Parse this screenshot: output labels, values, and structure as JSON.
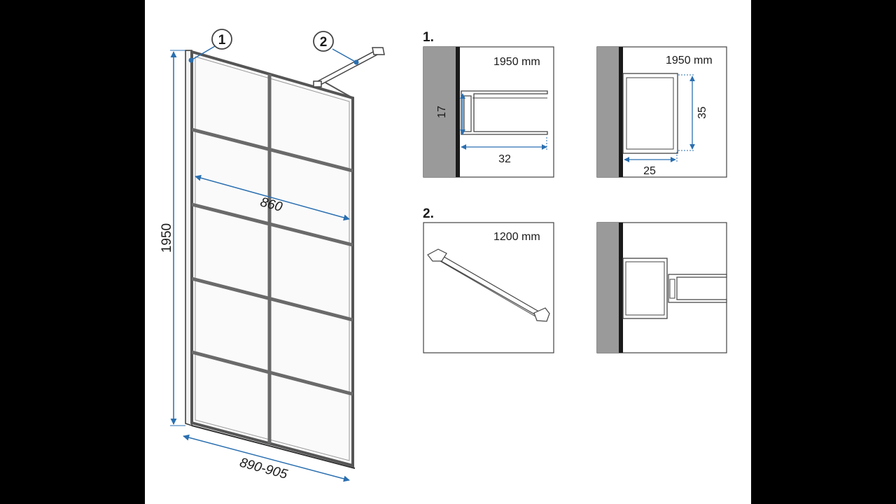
{
  "main_drawing": {
    "callout_1": "1",
    "callout_2": "2",
    "height_label": "1950",
    "width_label": "860",
    "base_label": "890-905"
  },
  "detail_1": {
    "heading": "1.",
    "left_panel": {
      "height_label": "1950 mm",
      "dim_height": "17",
      "dim_width": "32"
    },
    "right_panel": {
      "height_label": "1950 mm",
      "dim_height": "35",
      "dim_width": "25"
    }
  },
  "detail_2": {
    "heading": "2.",
    "left_panel": {
      "length_label": "1200 mm"
    }
  },
  "colors": {
    "dimension": "#2a6fb0",
    "frame": "#222222",
    "wall": "#9a9a9a"
  }
}
